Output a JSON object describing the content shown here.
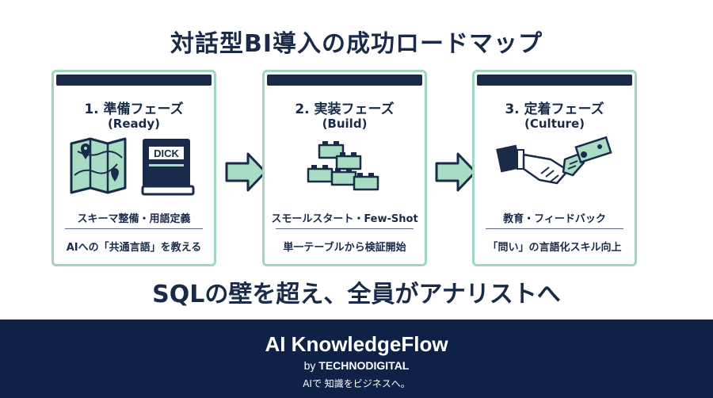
{
  "title": "対話型BI導入の成功ロードマップ",
  "phases": [
    {
      "title": "1. 準備フェーズ",
      "sub": "(Ready)",
      "label": "スキーマ整備・用語定義",
      "desc": "AIへの「共通言語」を教える",
      "book_text": "DICK"
    },
    {
      "title": "2. 実装フェーズ",
      "sub": "(Build)",
      "label": "スモールスタート・Few-Shot",
      "desc": "単一テーブルから検証開始"
    },
    {
      "title": "3. 定着フェーズ",
      "sub": "(Culture)",
      "label": "教育・フィードバック",
      "desc": "「問い」の言語化スキル向上"
    }
  ],
  "tagline": "SQLの壁を超え、全員がアナリストへ",
  "footer": {
    "brand": "AI KnowledgeFlow",
    "by_prefix": "by",
    "company": "TECHNODIGITAL",
    "slogan": "AIで 知識をビジネスへ。"
  },
  "colors": {
    "navy": "#1a2b4a",
    "mint": "#9fd6bd",
    "footer_bg": "#0f2147"
  }
}
